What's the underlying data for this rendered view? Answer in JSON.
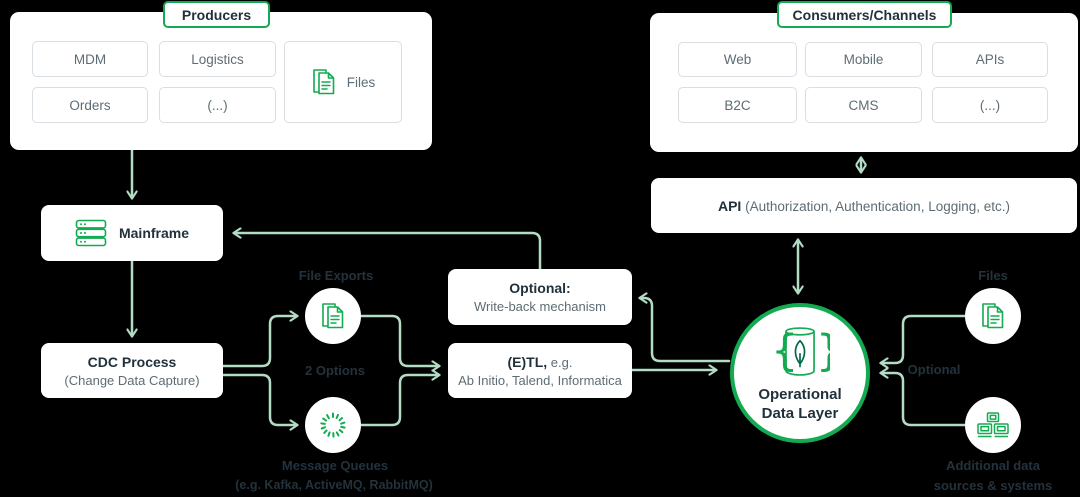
{
  "colors": {
    "accent_green": "#13aa52",
    "leaf_green": "#00684a",
    "connector_green": "#b2dcc3",
    "text_dark": "#21313c",
    "text_gray": "#5d6c75",
    "box_border_gray": "#d9dee3",
    "background": "#000000"
  },
  "producers": {
    "label": "Producers",
    "items": [
      "MDM",
      "Logistics",
      "Orders",
      "(...)"
    ],
    "files_label": "Files"
  },
  "consumers": {
    "label": "Consumers/Channels",
    "items": [
      "Web",
      "Mobile",
      "APIs",
      "B2C",
      "CMS",
      "(...)"
    ]
  },
  "api_box": {
    "bold": "API",
    "rest": " (Authorization, Authentication, Logging, etc.)"
  },
  "mainframe": {
    "label": "Mainframe"
  },
  "cdc": {
    "title": "CDC Process",
    "subtitle": "(Change Data Capture)"
  },
  "flow_labels": {
    "file_exports": "File Exports",
    "two_options": "2 Options",
    "message_queues": "Message Queues",
    "mq_examples": "(e.g. Kafka, ActiveMQ, RabbitMQ)"
  },
  "optional_box": {
    "title": "Optional:",
    "subtitle": "Write-back mechanism"
  },
  "etl": {
    "bold": "(E)TL,",
    "light": " e.g.",
    "subtitle": "Ab Initio, Talend, Informatica"
  },
  "odl": {
    "line1": "Operational",
    "line2": "Data Layer"
  },
  "right_side": {
    "files": "Files",
    "optional": "Optional",
    "additional_line1": "Additional data",
    "additional_line2": "sources & systems"
  }
}
